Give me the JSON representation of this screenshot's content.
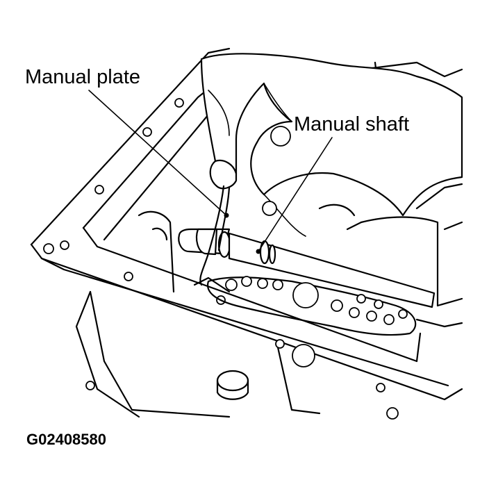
{
  "labels": {
    "manual_plate": "Manual plate",
    "manual_shaft": "Manual shaft",
    "figure_code": "G02408580"
  },
  "colors": {
    "background": "#ffffff",
    "ink": "#000000"
  }
}
